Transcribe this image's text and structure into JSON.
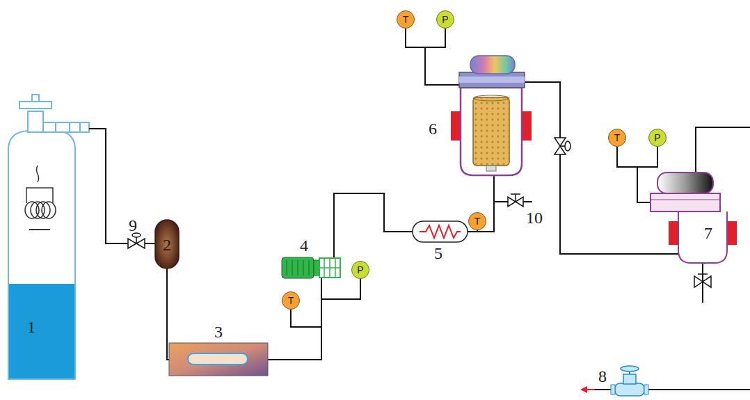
{
  "diagram": {
    "nodes": [
      {
        "text": [
          "T"
        ]
      },
      {
        "text": [
          "P"
        ]
      },
      {
        "text": [
          "T"
        ]
      },
      {
        "text": [
          "P"
        ]
      },
      {
        "text": [
          "T"
        ]
      },
      {
        "text": [
          "P"
        ]
      },
      {
        "text": [
          "T"
        ]
      }
    ],
    "edges": [
      {
        "from": 0,
        "to": 1,
        "arrow": "none"
      },
      {
        "from": 2,
        "to": 3,
        "arrow": "none"
      }
    ],
    "labels": [
      "6",
      "10",
      "9",
      "7",
      "4",
      "2",
      "5",
      "1",
      "3",
      "8"
    ]
  }
}
